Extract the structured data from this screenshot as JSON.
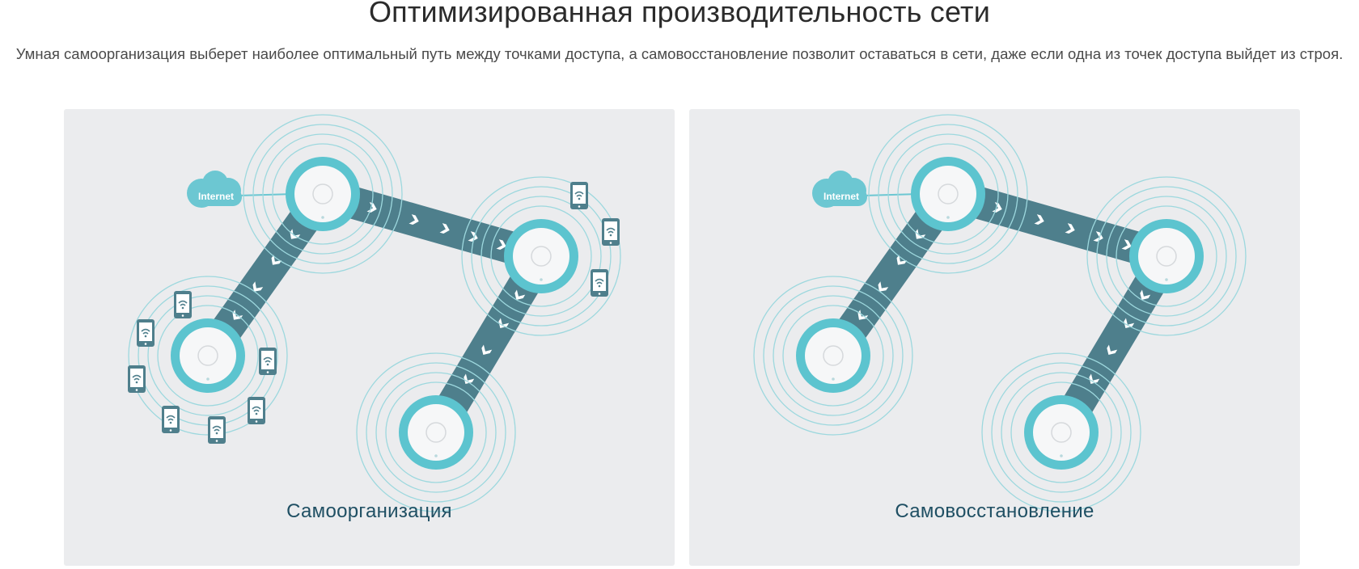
{
  "header": {
    "title": "Оптимизированная производительность сети",
    "subtitle": "Умная самоорганизация выберет наиболее оптимальный путь между точками доступа, а самовосстановление позволит оставаться в сети, даже если одна из точек доступа выйдет из строя."
  },
  "panels": [
    {
      "label": "Самоорганизация",
      "cloud_label": "Internet",
      "device_icon": "smartphone-wifi-icon",
      "access_point_icon": "access-point-icon"
    },
    {
      "label": "Самовосстановление",
      "cloud_label": "Internet",
      "device_icon": "smartphone-wifi-icon",
      "access_point_icon": "access-point-icon"
    }
  ],
  "colors": {
    "panel_bg": "#ebecee",
    "link_band": "#4e7f8c",
    "node_ring": "#5cc4cf",
    "node_face": "#f4f5f6",
    "cloud": "#6cc7d2",
    "label_text": "#1f4f63",
    "device": "#4f7f8c"
  }
}
